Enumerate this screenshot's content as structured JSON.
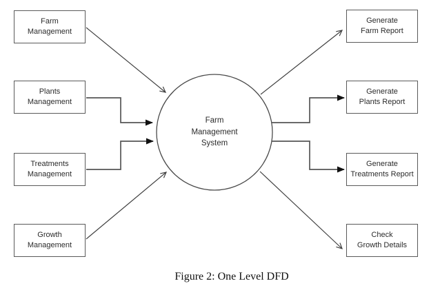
{
  "figure": {
    "caption": "Figure 2: One Level DFD"
  },
  "diagram": {
    "type": "data-flow-diagram",
    "process": {
      "label": "Farm\nManagement\nSystem"
    },
    "sources": [
      {
        "label": "Farm\nManagement"
      },
      {
        "label": "Plants\nManagement"
      },
      {
        "label": "Treatments\nManagement"
      },
      {
        "label": "Growth\nManagement"
      }
    ],
    "outputs": [
      {
        "label": "Generate\nFarm Report"
      },
      {
        "label": "Generate\nPlants Report"
      },
      {
        "label": "Generate\nTreatments Report"
      },
      {
        "label": "Check\nGrowth Details"
      }
    ],
    "colors": {
      "line": "#3f3f3f",
      "elbow_line": "#555555",
      "arrowhead": "#111111",
      "shape_stroke": "#4a4a4a",
      "text": "#2b2b2b"
    }
  }
}
